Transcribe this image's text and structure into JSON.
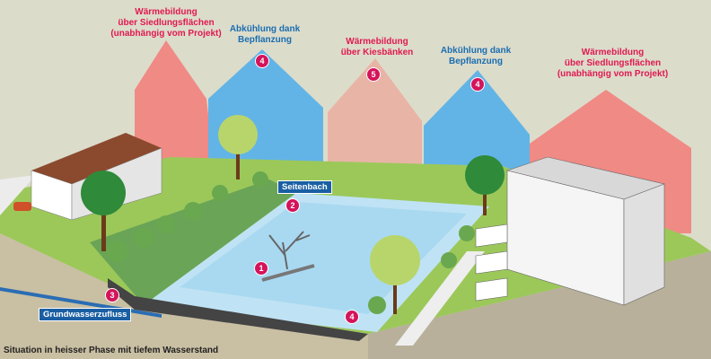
{
  "labels": {
    "warm_settlement_left": [
      "Wärmebildung",
      "über Siedlungsflächen",
      "(unabhängig vom Projekt)"
    ],
    "cool_planting_left": [
      "Abkühlung dank",
      "Bepflanzung"
    ],
    "warm_gravel": [
      "Wärmebildung",
      "über Kiesbänken"
    ],
    "cool_planting_right": [
      "Abkühlung dank",
      "Bepflanzung"
    ],
    "warm_settlement_right": [
      "Wärmebildung",
      "über Siedlungsflächen",
      "(unabhängig vom Projekt)"
    ]
  },
  "badges": {
    "b1": "1",
    "b2": "2",
    "b3": "3",
    "b4a": "4",
    "b4b": "4",
    "b4c": "4",
    "b5": "5"
  },
  "tags": {
    "side_stream": "Seitenbach",
    "groundwater": "Grundwasserzufluss"
  },
  "caption": "Situation in heisser Phase mit tiefem Wasserstand",
  "colors": {
    "warm": "#f08a85",
    "cool": "#62b4e6",
    "gravel_warm": "#e8b4a6",
    "warm_text": "#e0194f",
    "cool_text": "#1a6db0",
    "badge": "#d4145a"
  }
}
